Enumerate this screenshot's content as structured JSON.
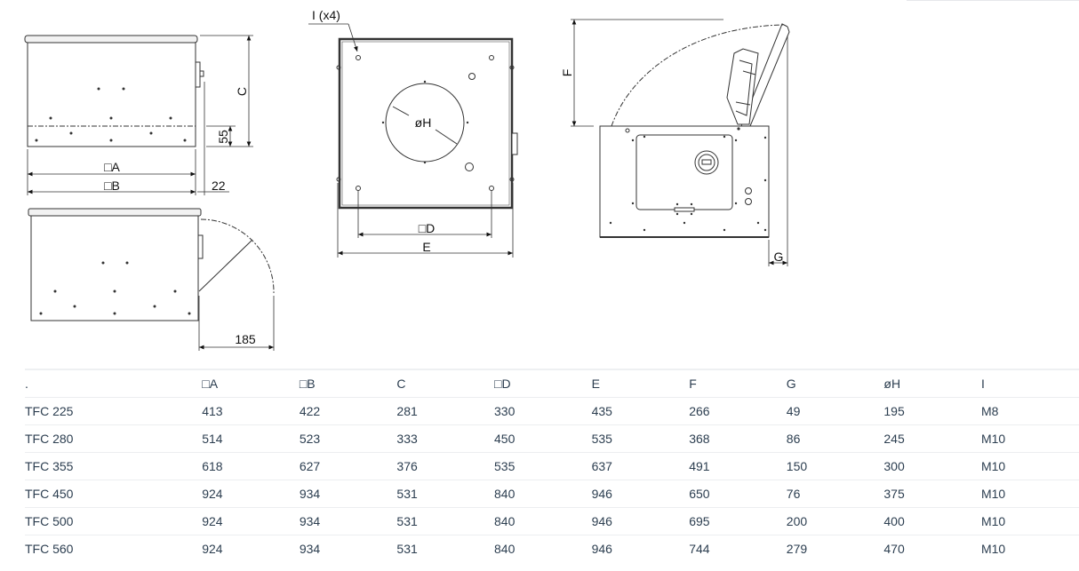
{
  "drawings": {
    "side_view": {
      "labels": {
        "c": "C",
        "fifty_five": "55",
        "a": "□A",
        "b": "□B",
        "twenty_two": "22"
      }
    },
    "side_view_open": {
      "labels": {
        "one_eighty_five": "185"
      }
    },
    "top_view": {
      "labels": {
        "bolt_holes": "I (x4)",
        "diameter_h": "øH",
        "d": "□D",
        "e": "E"
      }
    },
    "hinged_view": {
      "labels": {
        "f": "F",
        "g": "G"
      }
    }
  },
  "table": {
    "headers": [
      ".",
      "□A",
      "□B",
      "C",
      "□D",
      "E",
      "F",
      "G",
      "øH",
      "I"
    ],
    "rows": [
      [
        "TFC 225",
        "413",
        "422",
        "281",
        "330",
        "435",
        "266",
        "49",
        "195",
        "M8"
      ],
      [
        "TFC 280",
        "514",
        "523",
        "333",
        "450",
        "535",
        "368",
        "86",
        "245",
        "M10"
      ],
      [
        "TFC 355",
        "618",
        "627",
        "376",
        "535",
        "637",
        "491",
        "150",
        "300",
        "M10"
      ],
      [
        "TFC 450",
        "924",
        "934",
        "531",
        "840",
        "946",
        "650",
        "76",
        "375",
        "M10"
      ],
      [
        "TFC 500",
        "924",
        "934",
        "531",
        "840",
        "946",
        "695",
        "200",
        "400",
        "M10"
      ],
      [
        "TFC 560",
        "924",
        "934",
        "531",
        "840",
        "946",
        "744",
        "279",
        "470",
        "M10"
      ]
    ]
  }
}
